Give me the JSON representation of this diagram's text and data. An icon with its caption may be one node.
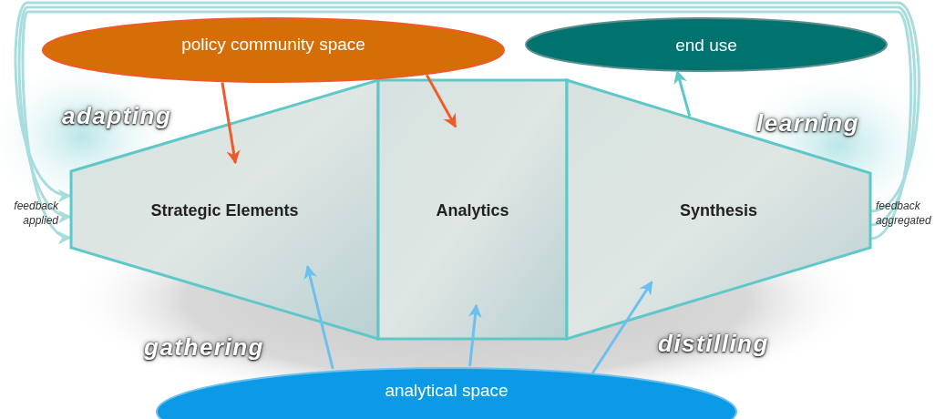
{
  "diagram": {
    "nodes": [
      {
        "text": [
          "policy community space"
        ]
      },
      {
        "text": [
          "end use"
        ]
      },
      {
        "text": [
          "Strategic Elements"
        ]
      },
      {
        "text": [
          "Analytics"
        ]
      },
      {
        "text": [
          "Synthesis"
        ]
      },
      {
        "text": [
          "analytical space"
        ]
      }
    ],
    "edges": [
      {
        "from": 0,
        "to": 2,
        "arrow": "to",
        "color": "#f05a28"
      },
      {
        "from": 0,
        "to": 3,
        "arrow": "to",
        "color": "#f05a28"
      },
      {
        "from": 4,
        "to": 1,
        "arrow": "to",
        "color": "#5ec8c8"
      },
      {
        "from": 5,
        "to": 2,
        "arrow": "to",
        "color": "#6cc0ee"
      },
      {
        "from": 5,
        "to": 3,
        "arrow": "to",
        "color": "#6cc0ee"
      },
      {
        "from": 5,
        "to": 4,
        "arrow": "to",
        "color": "#6cc0ee"
      },
      {
        "from": 4,
        "to": 2,
        "arrow": "to",
        "color": "#a9dcdc"
      },
      {
        "from": 4,
        "to": 2,
        "arrow": "to",
        "color": "#a9dcdc"
      },
      {
        "from": 4,
        "to": 2,
        "arrow": "to",
        "color": "#a9dcdc"
      }
    ],
    "labels": [
      "adapting",
      "learning",
      "feedback applied",
      "feedback aggregated",
      "gathering",
      "distilling"
    ]
  }
}
